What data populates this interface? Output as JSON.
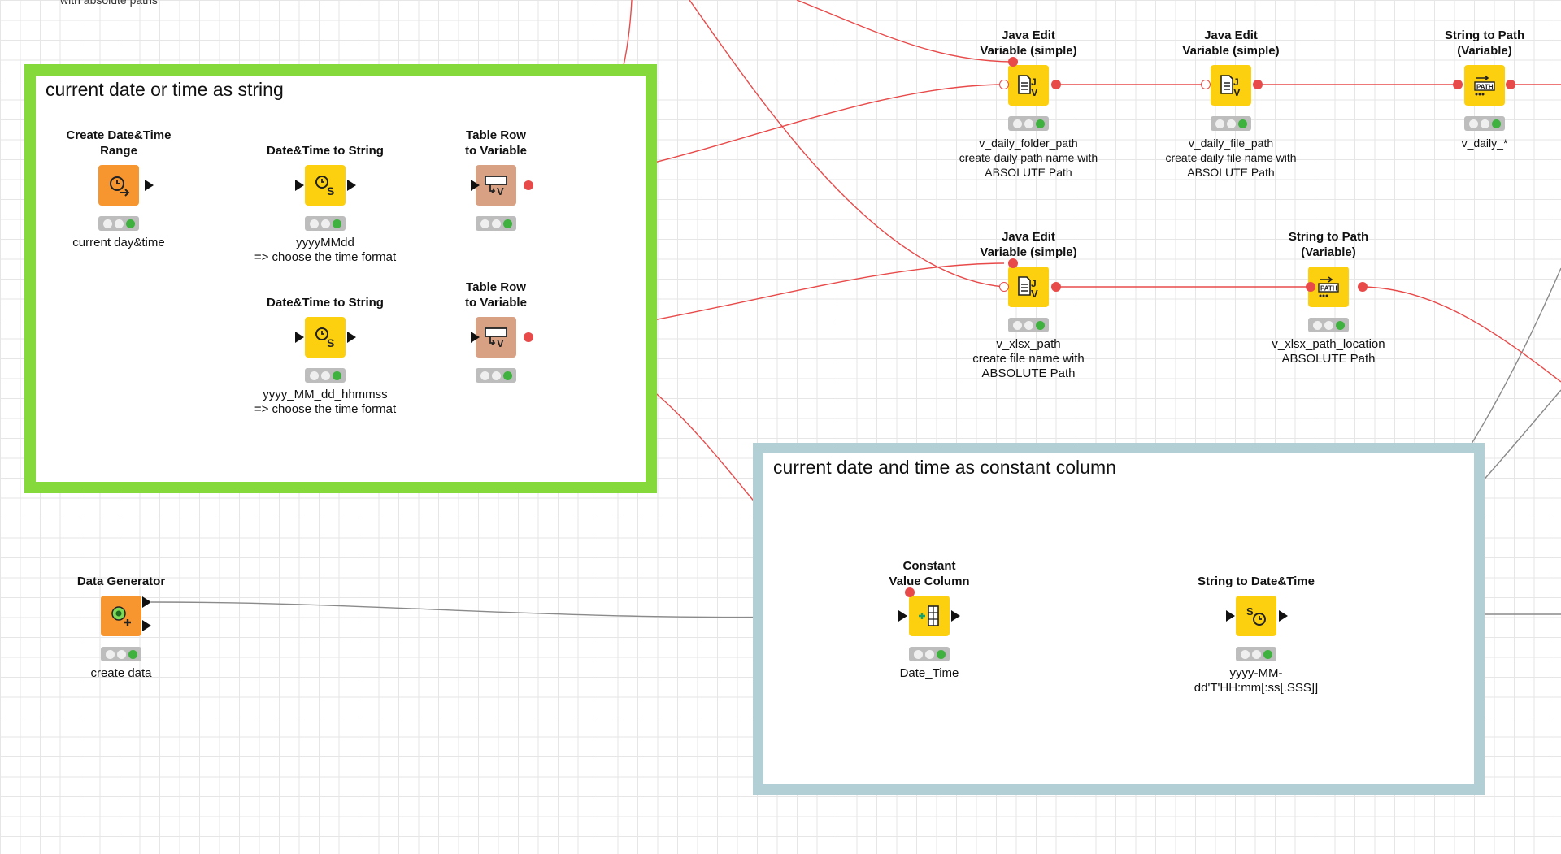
{
  "canvas_cutoff_text": "with absolute paths",
  "annotations": {
    "green": {
      "title": "current date or time as string"
    },
    "blue": {
      "title": "current date and time as constant column"
    }
  },
  "nodes": {
    "create_datetime_range": {
      "name": "Create Date&Time\nRange",
      "note": "current day&time"
    },
    "dt_to_string_1": {
      "name": "Date&Time to String",
      "note": "yyyyMMdd\n=> choose the time format"
    },
    "table_row_to_var_1": {
      "name": "Table Row\nto Variable",
      "note": ""
    },
    "dt_to_string_2": {
      "name": "Date&Time to String",
      "note": "yyyy_MM_dd_hhmmss\n=> choose the time format"
    },
    "table_row_to_var_2": {
      "name": "Table Row\nto Variable",
      "note": ""
    },
    "java_edit_1": {
      "name": "Java Edit\nVariable (simple)",
      "note": "v_daily_folder_path\ncreate daily   path name with\nABSOLUTE Path"
    },
    "java_edit_2": {
      "name": "Java Edit\nVariable (simple)",
      "note": "v_daily_file_path\ncreate daily   file name with\nABSOLUTE Path"
    },
    "string_to_path_1": {
      "name": "String to Path\n(Variable)",
      "note": "v_daily_*"
    },
    "java_edit_3": {
      "name": "Java Edit\nVariable (simple)",
      "note": "v_xlsx_path\ncreate file name with\nABSOLUTE Path"
    },
    "string_to_path_2": {
      "name": "String to Path\n(Variable)",
      "note": "v_xlsx_path_location\nABSOLUTE Path"
    },
    "data_generator": {
      "name": "Data Generator",
      "note": "create data"
    },
    "constant_value_column": {
      "name": "Constant\nValue Column",
      "note": "Date_Time"
    },
    "string_to_datetime": {
      "name": "String to Date&Time",
      "note": "yyyy-MM-dd'T'HH:mm[:ss[.SSS]]"
    }
  },
  "icons": {
    "create_datetime_range": "clock-arrow-icon",
    "dt_to_string": "clock-s-icon",
    "table_row_to_var": "table-to-variable-icon",
    "java_edit": "java-snippet-icon",
    "string_to_path": "path-icon",
    "data_generator": "generator-icon",
    "constant_value_column": "add-column-icon",
    "string_to_datetime": "s-to-clock-icon"
  },
  "colors": {
    "flow_variable": "#e84a4a",
    "data_connection": "#8a8a8a",
    "annotation_green": "#86d93a",
    "annotation_blue": "#b3cfd6",
    "node_orange": "#f7962f",
    "node_yellow": "#fcd00f",
    "node_tan": "#d9a183",
    "status_green": "#3fb13f"
  }
}
